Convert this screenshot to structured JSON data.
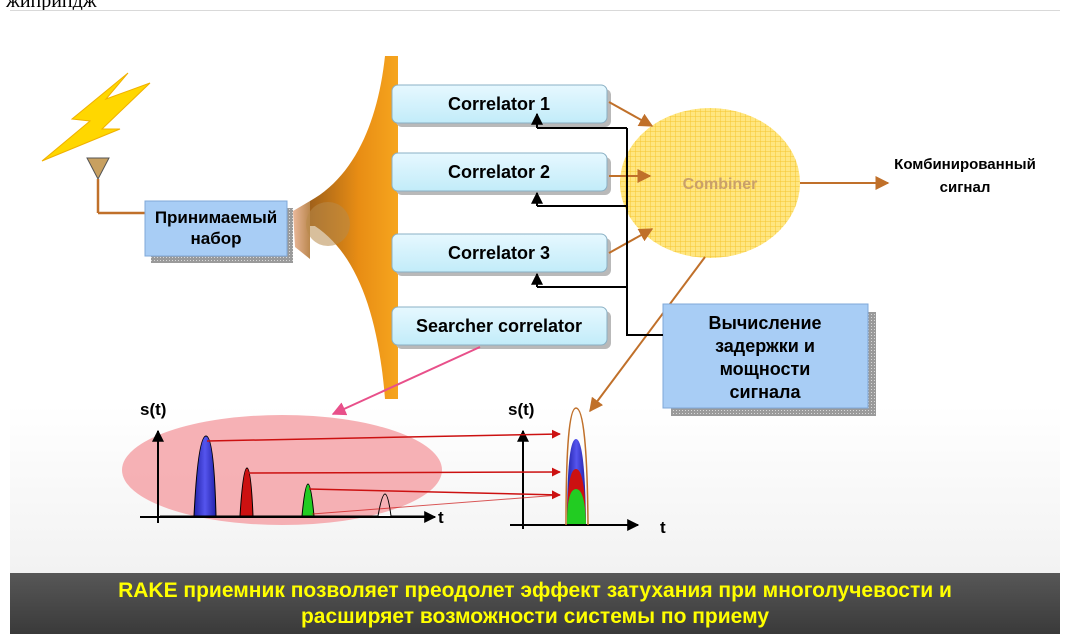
{
  "header": {
    "text": "жиприпдж"
  },
  "blocks": {
    "received_set": [
      "Принимаемый",
      "набор"
    ],
    "correlators": [
      "Correlator 1",
      "Correlator 2",
      "Correlator 3"
    ],
    "searcher": "Searcher correlator",
    "combiner": "Combiner",
    "output": [
      "Комбинированный",
      "сигнал"
    ],
    "delay_calc": [
      "Вычисление",
      "задержки и",
      "мощности",
      "сигнала"
    ]
  },
  "plots": {
    "left": {
      "ylabel": "s(t)",
      "xlabel": "t"
    },
    "right": {
      "ylabel": "s(t)",
      "xlabel": "t"
    }
  },
  "footer": {
    "line1": "RAKE приемник позволяет преодолет эффект затухания при многолучевости и",
    "line2": "расширяет возможности системы по приему"
  },
  "colors": {
    "box_fill": "#cdeefa",
    "received_box_fill": "#a8cdf5",
    "combiner_fill": "#ffe066",
    "arrow_brown": "#c0702a",
    "funnel_orange": "#e8901a",
    "footer_text": "#ffff00",
    "pulse_blue": "#3333cc",
    "pulse_red": "#cc1111",
    "pulse_green": "#22cc22",
    "ellipse_pink": "#f4a3a8"
  }
}
